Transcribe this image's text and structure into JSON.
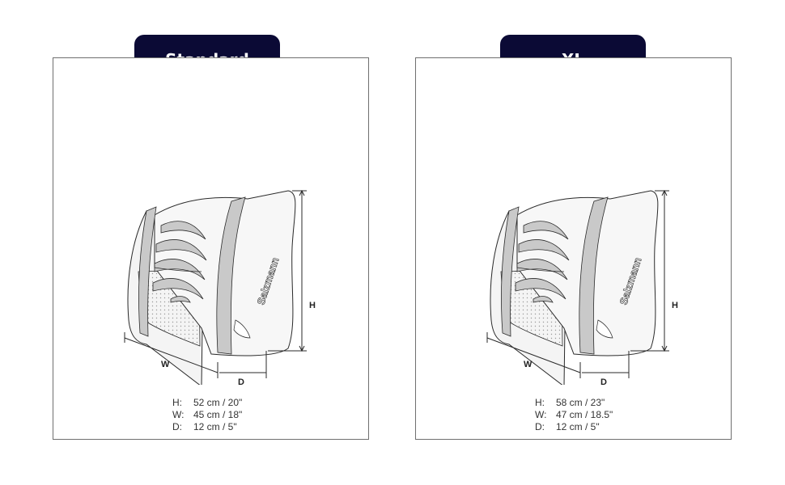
{
  "variants": [
    {
      "title": "Standard",
      "dims": {
        "h": "H",
        "w": "W",
        "d": "D"
      },
      "brand": "Salzmann",
      "specs": [
        {
          "key": "H:",
          "value": "52 cm / 20\""
        },
        {
          "key": "W:",
          "value": "45 cm / 18\""
        },
        {
          "key": "D:",
          "value": "12 cm / 5\""
        }
      ]
    },
    {
      "title": "XL",
      "dims": {
        "h": "H",
        "w": "W",
        "d": "D"
      },
      "brand": "Salzmann",
      "specs": [
        {
          "key": "H:",
          "value": "58 cm / 23\""
        },
        {
          "key": "W:",
          "value": "47 cm / 18.5\""
        },
        {
          "key": "D:",
          "value": "12 cm / 5\""
        }
      ]
    }
  ],
  "colors": {
    "pill_bg": "#0b0a35",
    "band": "#c9c9c9",
    "outline": "#2a2a2a"
  }
}
